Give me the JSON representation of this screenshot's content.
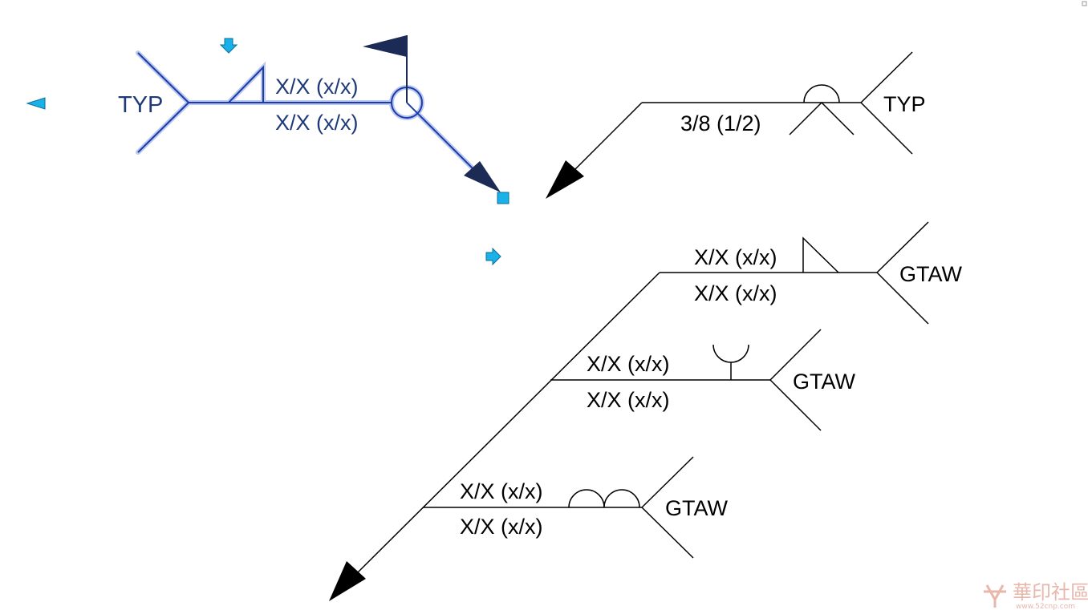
{
  "symbols": {
    "selected": {
      "tail": "TYP",
      "arrow_side": "X/X (x/x)",
      "other_side": "X/X (x/x)"
    },
    "top_right": {
      "tail": "TYP",
      "arrow_side": "3/8 (1/2)"
    },
    "multi": [
      {
        "tail": "GTAW",
        "top": "X/X (x/x)",
        "bottom": "X/X (x/x)"
      },
      {
        "tail": "GTAW",
        "top": "X/X (x/x)",
        "bottom": "X/X (x/x)"
      },
      {
        "tail": "GTAW",
        "top": "X/X (x/x)",
        "bottom": "X/X (x/x)"
      }
    ]
  },
  "watermark": {
    "name": "華印社區",
    "url": "www.52cnp.com"
  },
  "colors": {
    "selection_line": "#1c3ca8",
    "selection_glow": "#aebfee",
    "grip": "#1ab0e8",
    "flag": "#1c2b55",
    "ink": "#000000",
    "watermark": "#e0a090"
  }
}
